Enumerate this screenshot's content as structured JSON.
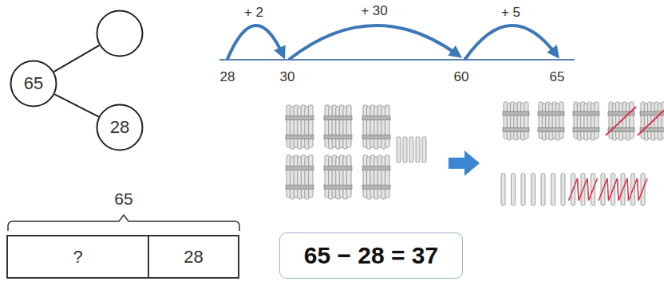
{
  "diagram": {
    "nodes": [
      {
        "text": []
      },
      {
        "text": [
          "65"
        ]
      },
      {
        "text": [
          "28"
        ]
      },
      {
        "text": [
          "?"
        ]
      },
      {
        "text": [
          "28"
        ]
      },
      {
        "text": [
          "65 − 28 = 37"
        ]
      }
    ],
    "edges": [
      {
        "from": 1,
        "to": 0,
        "arrow": "none"
      },
      {
        "from": 1,
        "to": 2,
        "arrow": "none"
      }
    ],
    "labels": [
      "+ 2",
      "+ 30",
      "+ 5",
      "28",
      "30",
      "60",
      "65",
      "65"
    ]
  }
}
